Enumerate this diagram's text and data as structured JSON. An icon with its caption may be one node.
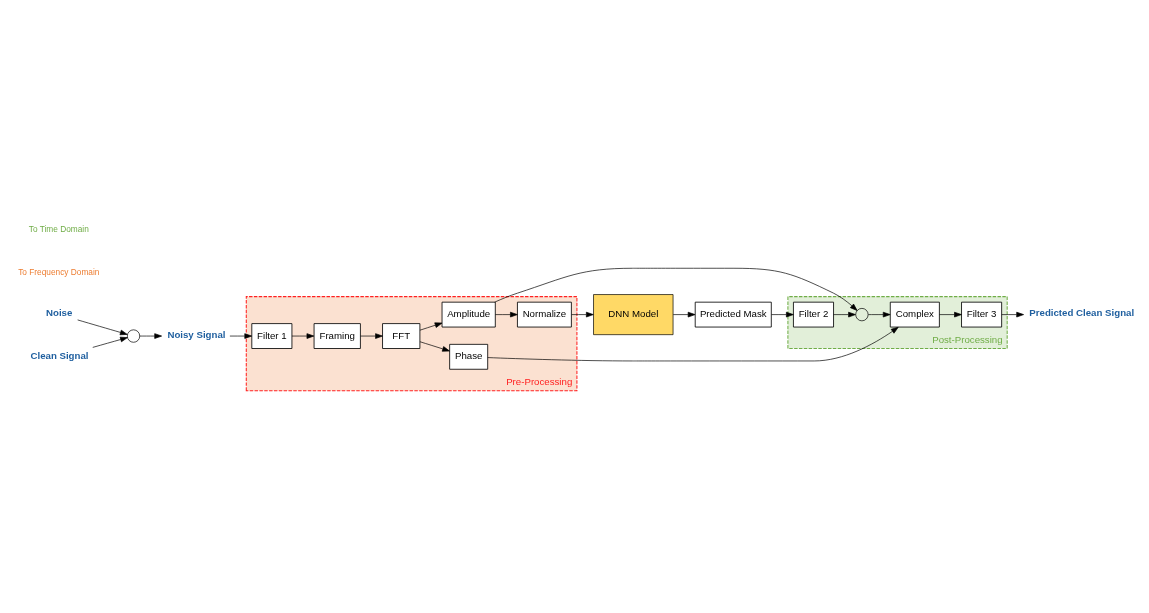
{
  "diagram": {
    "nodes": [
      {
        "text": [
          "Noise"
        ]
      },
      {
        "text": [
          "Clean Signal"
        ]
      },
      {
        "text": [],
        "shape": "circle"
      },
      {
        "text": [
          "Noisy Signal"
        ]
      },
      {
        "text": [
          "Pre-Processing"
        ]
      },
      {
        "text": [
          "Filter 1"
        ],
        "in": 4
      },
      {
        "text": [
          "Framing"
        ],
        "in": 4
      },
      {
        "text": [
          "FFT"
        ],
        "in": 4
      },
      {
        "text": [
          "Phase"
        ],
        "in": 4
      },
      {
        "text": [
          "Amplitude"
        ],
        "in": 4
      },
      {
        "text": [
          "Normalize"
        ],
        "in": 4
      },
      {
        "text": [
          "DNN Model"
        ]
      },
      {
        "text": [
          "Post-Processing"
        ]
      },
      {
        "text": [
          "Predicted Clean Signal"
        ]
      },
      {
        "text": [
          "Filter 3"
        ],
        "in": 12
      },
      {
        "text": [
          "Complex"
        ],
        "in": 12
      },
      {
        "text": [],
        "shape": "circle",
        "in": 12
      },
      {
        "text": [
          "Filter 2"
        ],
        "in": 12
      },
      {
        "text": [
          "Predicted Mask"
        ]
      }
    ],
    "edges": [
      {
        "from": 0,
        "to": 2,
        "arrow": "to"
      },
      {
        "from": 1,
        "to": 2,
        "arrow": "to"
      },
      {
        "from": 2,
        "to": 3,
        "arrow": "to"
      },
      {
        "from": 3,
        "to": 5,
        "arrow": "to"
      },
      {
        "from": 5,
        "to": 6,
        "arrow": "to"
      },
      {
        "from": 6,
        "to": 7,
        "arrow": "to"
      },
      {
        "from": 7,
        "to": 8,
        "arrow": "to"
      },
      {
        "from": 7,
        "to": 9,
        "arrow": "to"
      },
      {
        "from": 9,
        "to": 10,
        "arrow": "to"
      },
      {
        "from": 10,
        "to": 11,
        "arrow": "to"
      },
      {
        "from": 11,
        "to": 18,
        "arrow": "to"
      },
      {
        "from": 18,
        "to": 17,
        "arrow": "to"
      },
      {
        "from": 17,
        "to": 16,
        "arrow": "to"
      },
      {
        "from": 9,
        "to": 16,
        "arrow": "to"
      },
      {
        "from": 16,
        "to": 15,
        "arrow": "to"
      },
      {
        "from": 15,
        "to": 14,
        "arrow": "to"
      },
      {
        "from": 14,
        "to": 13,
        "arrow": "to"
      },
      {
        "from": 8,
        "to": 15,
        "arrow": "to"
      }
    ],
    "labels": [
      "To Frequency Domain",
      "To Time Domain"
    ]
  }
}
